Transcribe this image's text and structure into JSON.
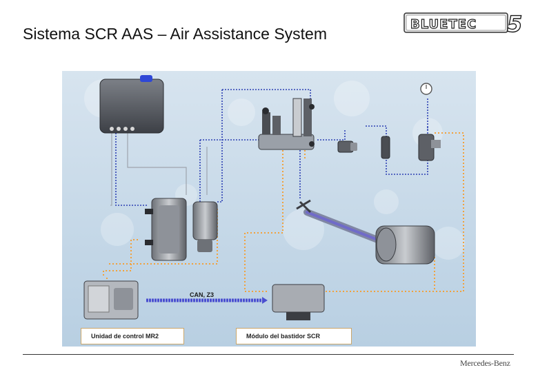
{
  "slide": {
    "title": "Sistema SCR AAS – Air Assistance System",
    "logo_text": "BLUETEC",
    "logo_number": "5",
    "brand": "Mercedes-Benz"
  },
  "diagram": {
    "can_label": "CAN, Z3",
    "control_unit_label": "Unidad de control MR2",
    "scr_module_label": "Módulo del bastidor SCR",
    "colors": {
      "background": "#c9dbea",
      "blue_line": "#2c3fb3",
      "orange_line": "#f2a13b",
      "gray_line": "#9ea4ad",
      "can_bus": "#4a4fd0"
    }
  }
}
